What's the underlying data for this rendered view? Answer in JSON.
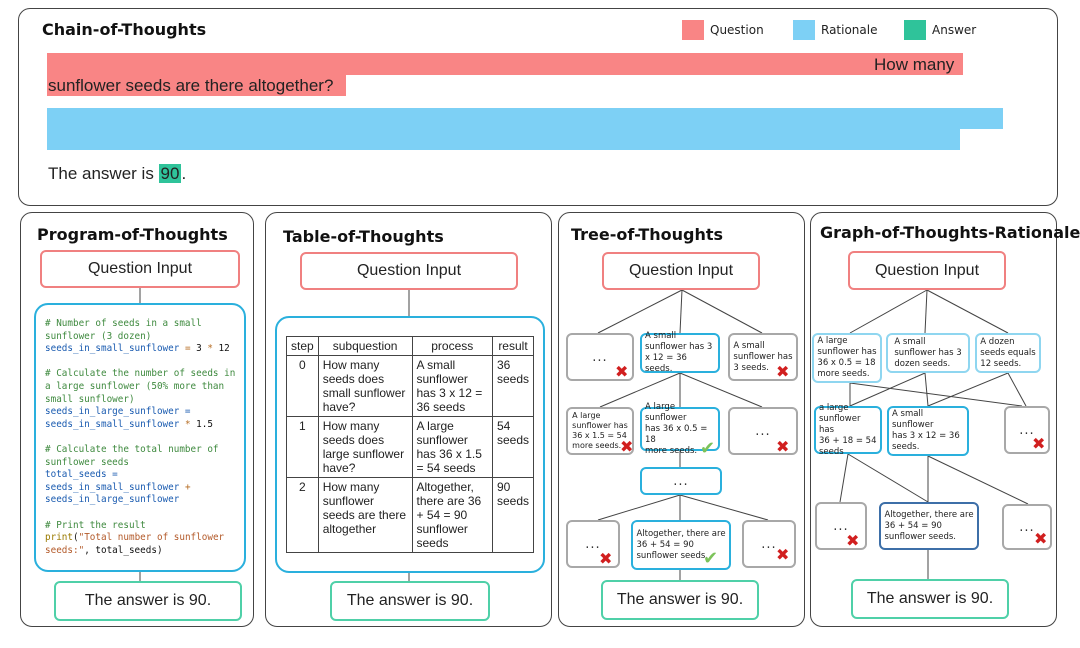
{
  "cot": {
    "title": "Chain-of-Thoughts",
    "legend": {
      "question": {
        "label": "Question",
        "color": "#f98585"
      },
      "rationale": {
        "label": "Rationale",
        "color": "#7dd0f5"
      },
      "answer": {
        "label": "Answer",
        "color": "#2fc39a"
      }
    },
    "question_part1": "How many",
    "question_part2": "sunflower seeds are there altogether?",
    "answer_prefix": "The answer is ",
    "answer_value": "90",
    "answer_suffix": "."
  },
  "pot": {
    "title": "Program-of-Thoughts",
    "question_input": "Question Input",
    "answer": "The answer is 90.",
    "code": {
      "c1a": "# Number of seeds in a small",
      "c1b": "sunflower (3 dozen)",
      "v1": "seeds_in_small_sunflower",
      "e1": " = ",
      "n1a": "3",
      "o1": " * ",
      "n1b": "12",
      "c2a": "# Calculate the number of seeds in",
      "c2b": "a large sunflower (50% more than",
      "c2c": "small sunflower)",
      "v2a": "seeds_in_large_sunflower =",
      "v2b": "seeds_in_small_sunflower",
      "o2": " * ",
      "n2": "1.5",
      "c3a": "# Calculate the total number of",
      "c3b": "sunflower seeds",
      "v3a": "total_seeds =",
      "v3b": "seeds_in_small_sunflower",
      "o3": " +",
      "v3c": "seeds_in_large_sunflower",
      "c4": "# Print the result",
      "fn": "print",
      "p_open": "(",
      "s1": "\"Total number of sunflower",
      "s2": "seeds:\"",
      "p_rest": ", total_seeds)"
    }
  },
  "tot_table": {
    "title": "Table-of-Thoughts",
    "question_input": "Question Input",
    "answer": "The answer is 90.",
    "headers": [
      "step",
      "subquestion",
      "process",
      "result"
    ],
    "rows": [
      [
        "0",
        "How many seeds does small sunflower have?",
        "A small sunflower has 3 x 12 = 36 seeds",
        "36 seeds"
      ],
      [
        "1",
        "How many seeds does large sunflower have?",
        "A large sunflower has 36 x 1.5 = 54 seeds",
        "54 seeds"
      ],
      [
        "2",
        "How many sunflower seeds are there altogether",
        "Altogether, there are 36 + 54 = 90 sunflower seeds",
        "90 seeds"
      ]
    ]
  },
  "tree": {
    "title": "Tree-of-Thoughts",
    "question_input": "Question Input",
    "answer": "The answer is 90.",
    "dots": "...",
    "n_small": "A small\nsunflower has 3\nx 12 = 36 seeds.",
    "n_small_dozen": "A small\nsunflower has\n3 seeds.",
    "n_large_wrong": "A large\nsunflower has\n36 x 1.5 = 54\nmore seeds.",
    "n_large": "A large sunflower\nhas 36 x 0.5 = 18\nmore seeds.",
    "n_total": "Altogether, there are\n36 + 54 = 90\nsunflower seeds."
  },
  "graph": {
    "title": "Graph-of-Thoughts-Rationale",
    "question_input": "Question Input",
    "answer": "The answer is 90.",
    "dots": "...",
    "n1": "A large\nsunflower has\n36 x 0.5 = 18\nmore seeds.",
    "n2": "A small\nsunflower has 3\ndozen seeds.",
    "n3": "A dozen\nseeds equals\n12 seeds.",
    "n4": "a large\nsunflower has\n36 + 18 = 54\nseeds",
    "n5": "A small sunflower\nhas 3 x 12 = 36\nseeds.",
    "n6": "Altogether, there are\n36 + 54 = 90\nsunflower seeds."
  }
}
